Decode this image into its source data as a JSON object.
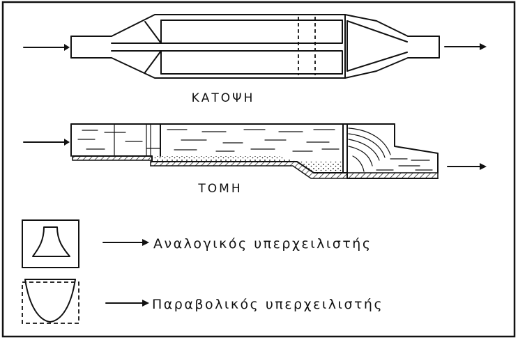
{
  "labels": {
    "plan": "ΚΑΤΟΨΗ",
    "section": "ΤΟΜΗ",
    "proportional_weir": "Αναλογικός υπερχειλιστής",
    "parabolic_weir": "Παραβολικός υπερχειλιστής"
  }
}
